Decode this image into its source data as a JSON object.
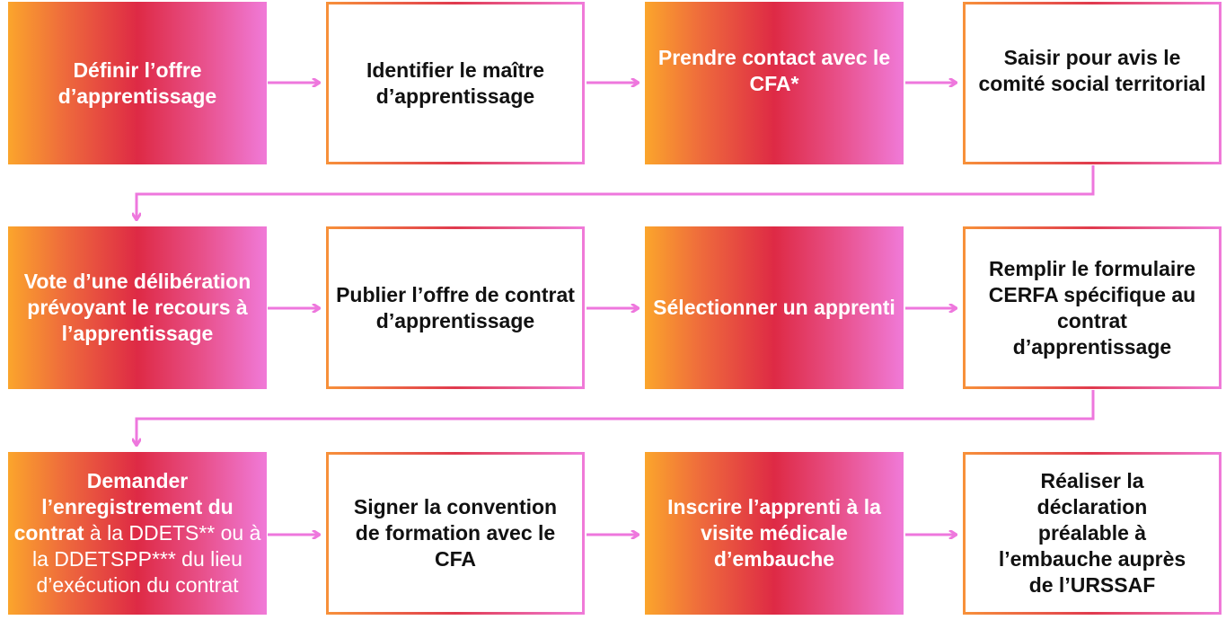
{
  "steps": [
    {
      "text": "Définir l’offre d’apprentissage"
    },
    {
      "text": "Identifier le maître d’apprentissage"
    },
    {
      "text": "Prendre contact avec le CFA*"
    },
    {
      "text": "Saisir pour avis le comité social territorial"
    },
    {
      "text": "Vote d’une délibération prévoyant le recours à l’apprentissage"
    },
    {
      "text": "Publier l’offre de contrat d’apprentissage"
    },
    {
      "text": "Sélectionner un apprenti"
    },
    {
      "text": "Remplir le formulaire CERFA spécifique au contrat d’apprentissage"
    },
    {
      "text_bold": "Demander l’enregistrement du contrat",
      "text_normal": " à la DDETS** ou à la DDETSPP*** du lieu d’exécution du contrat"
    },
    {
      "text": "Signer la convention de formation avec le CFA"
    },
    {
      "text": "Inscrire l’apprenti à la visite médicale d’embauche"
    },
    {
      "text": "Réaliser la déclaration préalable à l’embauche auprès de l’URSSAF"
    }
  ],
  "colors": {
    "arrow": "#ee77dd",
    "gradient_start": "#fba52c",
    "gradient_mid": "#de2a45",
    "gradient_end": "#f07ad8"
  }
}
